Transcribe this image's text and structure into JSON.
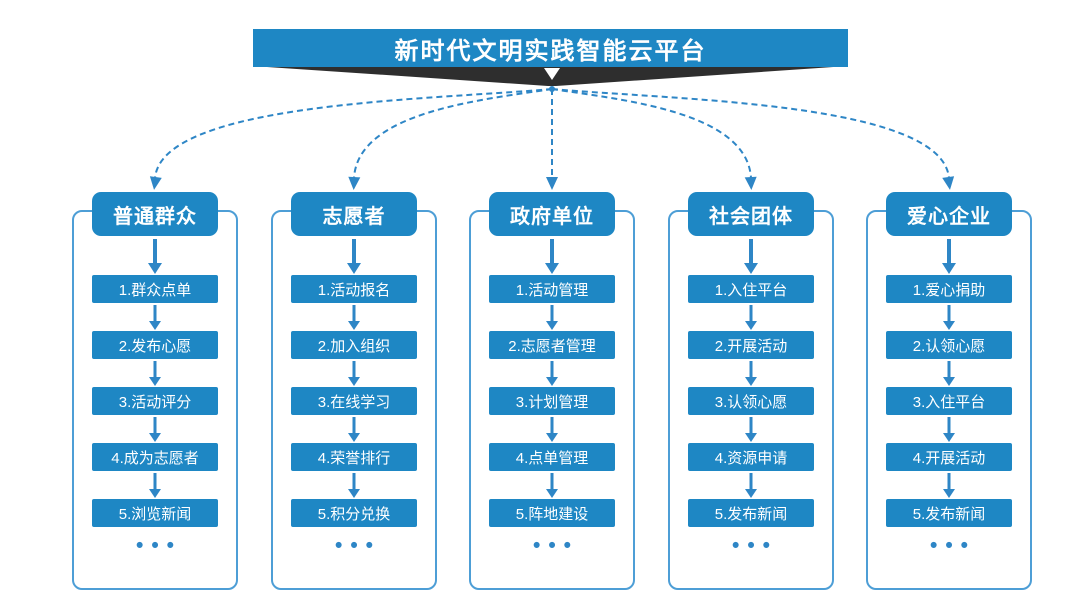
{
  "platform": {
    "title": "新时代文明实践智能云平台"
  },
  "colors": {
    "primary_blue": "#1e87c4",
    "arrow_blue": "#2e86c6",
    "frame_border_blue": "#4d9ed6",
    "ribbon_dark": "#2e2e2e",
    "text_on_blue": "#ffffff"
  },
  "columns": [
    {
      "title": "普通群众",
      "steps": [
        "1.群众点单",
        "2.发布心愿",
        "3.活动评分",
        "4.成为志愿者",
        "5.浏览新闻"
      ],
      "more": "•••"
    },
    {
      "title": "志愿者",
      "steps": [
        "1.活动报名",
        "2.加入组织",
        "3.在线学习",
        "4.荣誉排行",
        "5.积分兑换"
      ],
      "more": "•••"
    },
    {
      "title": "政府单位",
      "steps": [
        "1.活动管理",
        "2.志愿者管理",
        "3.计划管理",
        "4.点单管理",
        "5.阵地建设"
      ],
      "more": "•••"
    },
    {
      "title": "社会团体",
      "steps": [
        "1.入住平台",
        "2.开展活动",
        "3.认领心愿",
        "4.资源申请",
        "5.发布新闻"
      ],
      "more": "•••"
    },
    {
      "title": "爱心企业",
      "steps": [
        "1.爱心捐助",
        "2.认领心愿",
        "3.入住平台",
        "4.开展活动",
        "5.发布新闻"
      ],
      "more": "•••"
    }
  ]
}
